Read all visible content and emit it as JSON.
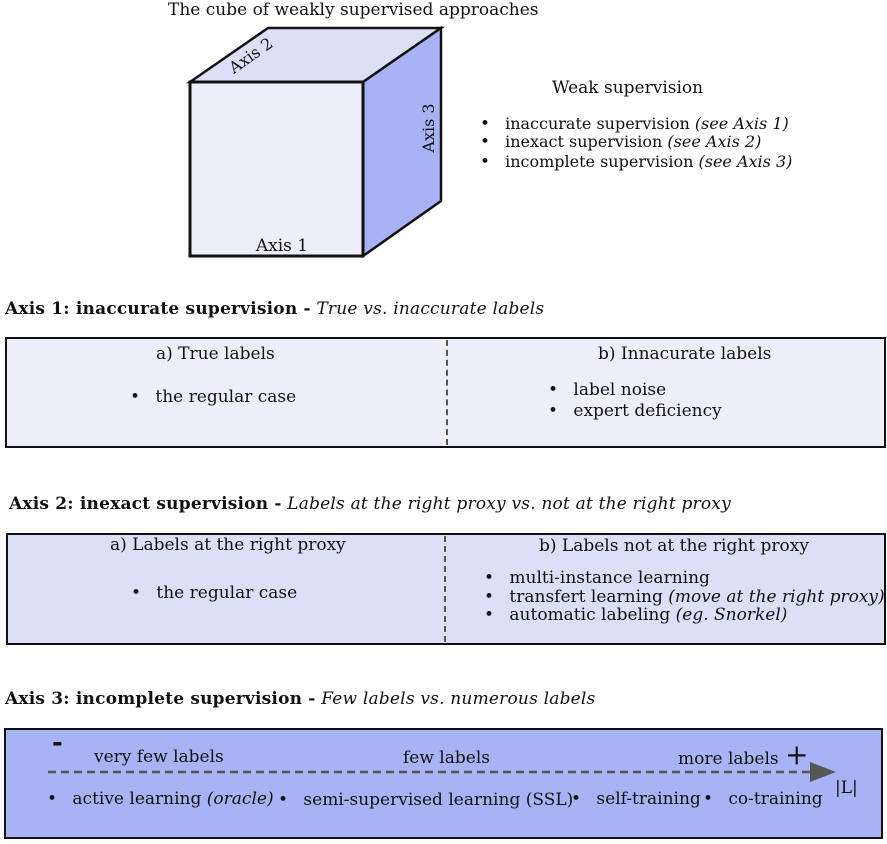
{
  "cube": {
    "title": "The cube of weakly supervised approaches",
    "axis1": "Axis 1",
    "axis2": "Axis 2",
    "axis3": "Axis 3",
    "colors": {
      "front": "#eeeefb",
      "top": "#dcdff8",
      "side": "#a7b3f5"
    }
  },
  "weak": {
    "title": "Weak supervision",
    "items": [
      {
        "label": "inaccurate supervision",
        "ref": "(see Axis 1)"
      },
      {
        "label": "inexact supervision",
        "ref": "(see Axis 2)"
      },
      {
        "label": "incomplete supervision",
        "ref": "(see Axis 3)"
      }
    ]
  },
  "axis1": {
    "heading_bold": "Axis 1:  inaccurate supervision -",
    "heading_italic": "True vs. inaccurate labels",
    "left_title": "a) True labels",
    "left_items": [
      "the regular case"
    ],
    "right_title": "b) Innacurate labels",
    "right_items": [
      "label noise",
      "expert deficiency"
    ],
    "color": "#eeeefb"
  },
  "axis2": {
    "heading_bold": "Axis 2:  inexact supervision -",
    "heading_italic": "Labels at the right proxy vs. not at the right proxy",
    "left_title": "a) Labels at the right proxy",
    "left_items": [
      "the regular case"
    ],
    "right_title": "b) Labels not at the right proxy",
    "right_items": [
      {
        "label": "multi-instance learning",
        "note": ""
      },
      {
        "label": "transfert learning",
        "note": "(move at the right proxy)"
      },
      {
        "label": "automatic labeling",
        "note": "(eg. Snorkel)"
      }
    ],
    "color": "#dcdff8"
  },
  "axis3": {
    "heading_bold": "Axis 3:  incomplete supervision -",
    "heading_italic": "Few labels vs. numerous labels",
    "minus": "-",
    "plus": "+",
    "scale": [
      "very few labels",
      "few labels",
      "more labels"
    ],
    "axis_label": "|L|",
    "methods": [
      {
        "label": "active learning",
        "note": "(oracle)"
      },
      {
        "label": "semi-supervised learning (SSL)",
        "note": ""
      },
      {
        "label": "self-training",
        "note": ""
      },
      {
        "label": "co-training",
        "note": ""
      }
    ],
    "color": "#a7b3f5"
  }
}
